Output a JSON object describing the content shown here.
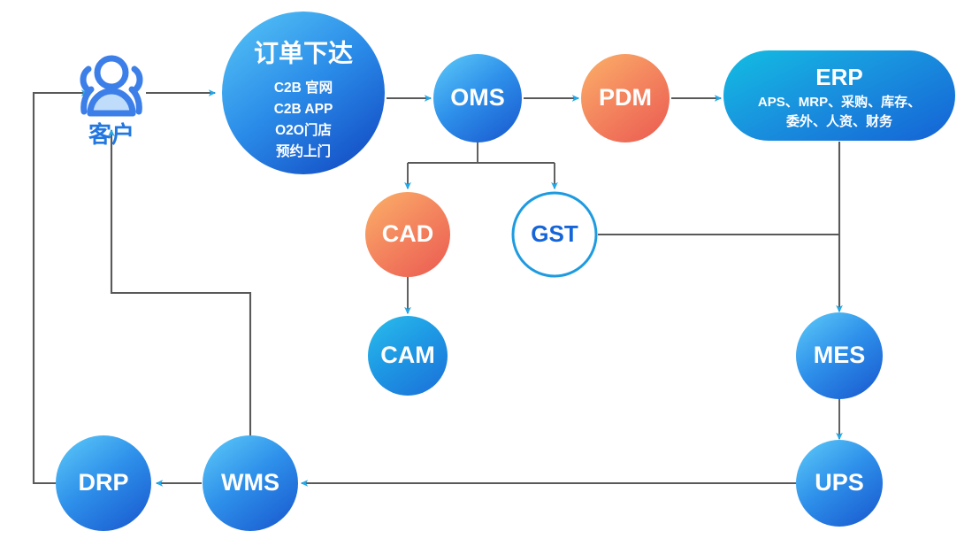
{
  "diagram": {
    "title": "Order-to-Delivery Enterprise System Flow",
    "background": "#ffffff",
    "connector_color": "#595959",
    "arrow_color": "#29ABE2",
    "nodes": {
      "customer": {
        "label": "客户",
        "icon": "people-group-icon",
        "shape": "icon",
        "text_color": "#2277E0"
      },
      "order": {
        "label": "订单下达",
        "shape": "circle",
        "lines": [
          "C2B 官网",
          "C2B APP",
          "O2O门店",
          "预约上门"
        ],
        "gradient_from": "#4FC3F7",
        "gradient_to": "#1458C8"
      },
      "oms": {
        "label": "OMS",
        "shape": "circle",
        "gradient_from": "#4FC3F7",
        "gradient_to": "#1458C8"
      },
      "pdm": {
        "label": "PDM",
        "shape": "circle",
        "gradient_from": "#F9A95C",
        "gradient_to": "#EF6A56"
      },
      "erp": {
        "label": "ERP",
        "shape": "rounded-rect",
        "lines": [
          "APS、MRP、采购、库存、",
          "委外、人资、财务"
        ],
        "gradient_from": "#18B8DE",
        "gradient_to": "#1569D6"
      },
      "cad": {
        "label": "CAD",
        "shape": "circle",
        "gradient_from": "#F9A95C",
        "gradient_to": "#EE6653"
      },
      "gst": {
        "label": "GST",
        "shape": "circle-outline",
        "fill": "#ffffff",
        "stroke": "#1E9BE0",
        "text_color": "#1565D8"
      },
      "cam": {
        "label": "CAM",
        "shape": "circle",
        "gradient_from": "#23B6E8",
        "gradient_to": "#1E7FDC"
      },
      "mes": {
        "label": "MES",
        "shape": "circle",
        "gradient_from": "#4FC3F7",
        "gradient_to": "#1F63D6"
      },
      "ups": {
        "label": "UPS",
        "shape": "circle",
        "gradient_from": "#4FC3F7",
        "gradient_to": "#1F63D6"
      },
      "wms": {
        "label": "WMS",
        "shape": "circle",
        "gradient_from": "#4FC3F7",
        "gradient_to": "#1F63D6"
      },
      "drp": {
        "label": "DRP",
        "shape": "circle",
        "gradient_from": "#4FC3F7",
        "gradient_to": "#1F63D6"
      }
    },
    "edges": [
      {
        "from": "drp-return",
        "to": "customer",
        "style": "elbow-arrow"
      },
      {
        "from": "customer",
        "to": "order",
        "style": "straight-arrow"
      },
      {
        "from": "order",
        "to": "oms",
        "style": "straight-arrow"
      },
      {
        "from": "oms",
        "to": "pdm",
        "style": "straight-arrow"
      },
      {
        "from": "pdm",
        "to": "erp",
        "style": "straight-arrow"
      },
      {
        "from": "oms",
        "to": "cad",
        "style": "branch-arrow"
      },
      {
        "from": "oms",
        "to": "gst",
        "style": "branch-arrow"
      },
      {
        "from": "cad",
        "to": "cam",
        "style": "straight-arrow"
      },
      {
        "from": "gst",
        "to": "erp-mes-line",
        "style": "plain-line"
      },
      {
        "from": "erp",
        "to": "mes",
        "style": "straight-arrow"
      },
      {
        "from": "mes",
        "to": "ups",
        "style": "straight-arrow"
      },
      {
        "from": "ups",
        "to": "wms",
        "style": "straight-arrow"
      },
      {
        "from": "wms",
        "to": "drp",
        "style": "straight-arrow"
      },
      {
        "from": "wms",
        "to": "customer",
        "style": "elbow-arrow"
      }
    ]
  }
}
